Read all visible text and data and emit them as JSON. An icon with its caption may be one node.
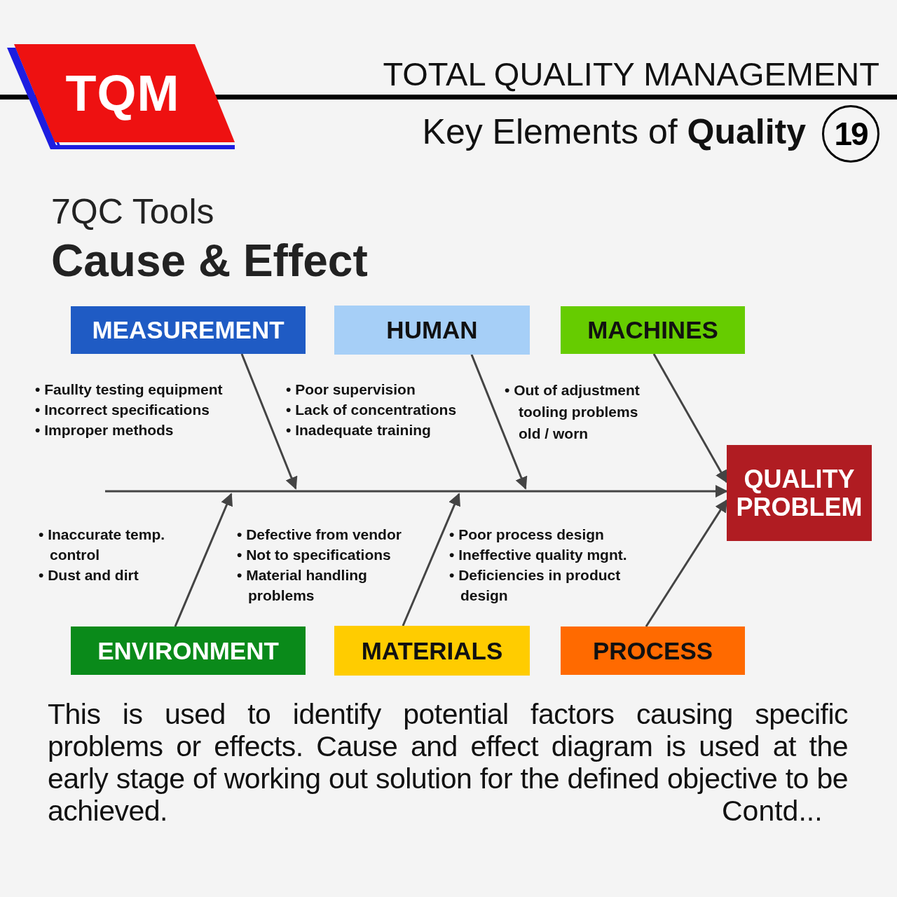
{
  "diagram": {
    "title": "TOTAL QUALITY MANAGEMENT",
    "nodes": [
      {
        "text": [
          "TQM"
        ]
      },
      {
        "text": [
          "MEASUREMENT"
        ]
      },
      {
        "text": [
          "HUMAN"
        ]
      },
      {
        "text": [
          "MACHINES"
        ]
      },
      {
        "text": [
          "QUALITY PROBLEM"
        ]
      },
      {
        "text": [
          "ENVIRONMENT"
        ]
      },
      {
        "text": [
          "MATERIALS"
        ]
      },
      {
        "text": [
          "PROCESS"
        ]
      },
      {
        "text": [
          "19"
        ]
      }
    ],
    "edges": [
      {
        "from": null,
        "to": 4,
        "arrow": "to"
      },
      {
        "from": 1,
        "to": null,
        "arrow": "to"
      },
      {
        "from": 2,
        "to": null,
        "arrow": "to"
      },
      {
        "from": 3,
        "to": 4,
        "arrow": "to"
      },
      {
        "from": 5,
        "to": null,
        "arrow": "to"
      },
      {
        "from": 6,
        "to": null,
        "arrow": "to"
      },
      {
        "from": 7,
        "to": 4,
        "arrow": "to"
      }
    ],
    "labels": [
      "Key Elements of **Quality**",
      "7QC Tools",
      "Cause & Effect",
      "• Faullty testing equipment",
      "• Incorrect specifications",
      "• Improper methods",
      "• Poor supervision",
      "• Lack of concentrations",
      "• Inadequate training",
      "• Out of adjustment tooling problems old / worn",
      "• Inaccurate temp. control",
      "• Dust and dirt",
      "• Defective from vendor",
      "• Not to specifications",
      "• Material handling problems",
      "• Poor process design",
      "• Ineffective quality mgnt.",
      "• Deficiencies in product design",
      "This is used to identify potential factors causing specific problems or effects. Cause and effect diagram is used at the early stage of working out solution for the defined objective to be achieved.",
      "Contd..."
    ]
  }
}
